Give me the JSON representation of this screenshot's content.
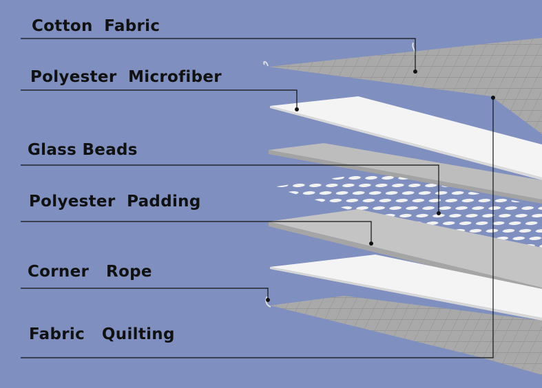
{
  "layers": [
    {
      "id": "cotton",
      "label": "Cotton  Fabric"
    },
    {
      "id": "microfiber",
      "label": "Polyester  Microfiber"
    },
    {
      "id": "beads",
      "label": "Glass Beads"
    },
    {
      "id": "padding",
      "label": "Polyester  Padding"
    },
    {
      "id": "rope",
      "label": "Corner   Rope"
    },
    {
      "id": "quilting",
      "label": "Fabric   Quilting"
    }
  ],
  "colors": {
    "background": "#7f8fbf",
    "grid_fabric": "#a9a9a9",
    "grid_lines": "#8e8e8e",
    "white_sheet": "#f4f4f4",
    "gray_sheet": "#bdbdbd",
    "leader_line": "#111111",
    "label_text": "#111111"
  }
}
